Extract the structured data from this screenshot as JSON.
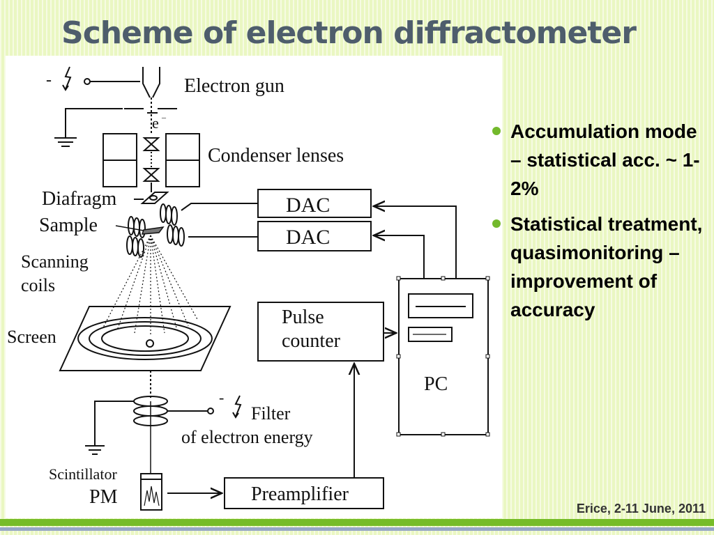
{
  "slide": {
    "title": "Scheme of electron diffractometer",
    "footer": "Erice, 2-11 June, 2011",
    "bullets": [
      "Accumulation mode – statistical acc. ~ 1-2%",
      "Statistical treatment, quasimonitoring – improvement of accuracy"
    ]
  },
  "scheme": {
    "labels": {
      "electron_gun": "Electron gun",
      "electron_symbol": "e",
      "electron_charge": "–",
      "condenser_lenses": "Condenser lenses",
      "diafragm": "Diafragm",
      "sample": "Sample",
      "scanning": "Scanning",
      "coils": "coils",
      "screen": "Screen",
      "filter": "Filter",
      "filter_energy": "of electron energy",
      "scintillator": "Scintillator",
      "pm": "PM",
      "preamplifier": "Preamplifier",
      "pulse": "Pulse",
      "counter": "counter",
      "dac_1": "DAC",
      "dac_2": "DAC",
      "pc": "PC",
      "minus_gun": "-",
      "minus_filter": "-"
    }
  }
}
